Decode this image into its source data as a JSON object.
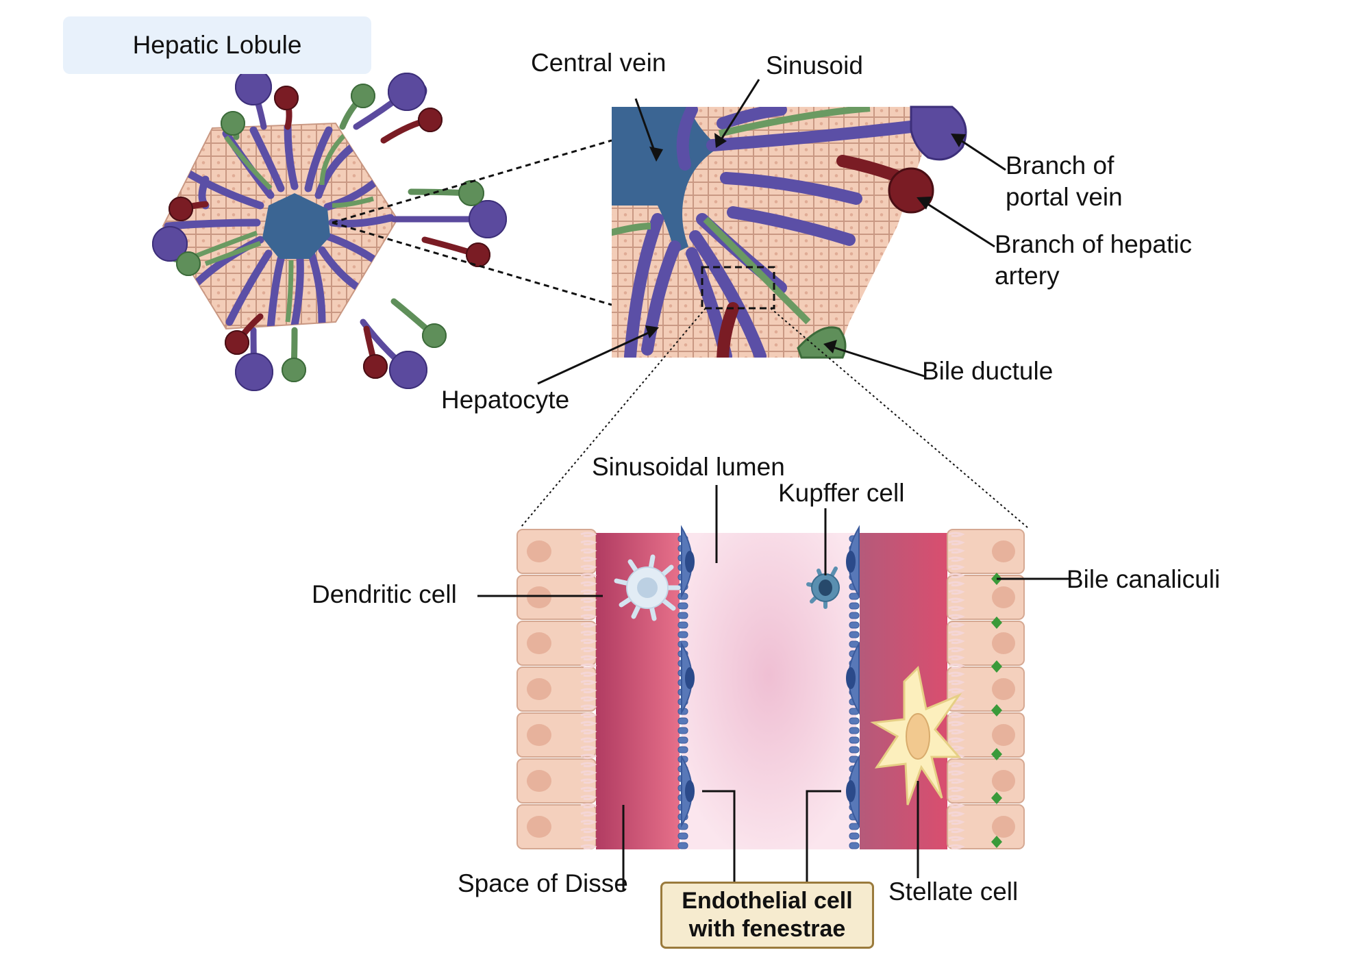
{
  "title": "Hepatic Lobule",
  "labels": {
    "central_vein": "Central vein",
    "sinusoid": "Sinusoid",
    "portal_vein_l1": "Branch of",
    "portal_vein_l2": "portal vein",
    "hepatic_artery_l1": "Branch of hepatic",
    "hepatic_artery_l2": "artery",
    "bile_ductule": "Bile ductule",
    "hepatocyte": "Hepatocyte",
    "sinusoidal_lumen": "Sinusoidal lumen",
    "kupffer_cell": "Kupffer cell",
    "dendritic_cell": "Dendritic cell",
    "bile_canaliculi": "Bile canaliculi",
    "space_of_disse": "Space of Disse",
    "stellate_cell": "Stellate cell",
    "endothelial_l1": "Endothelial cell",
    "endothelial_l2": "with fenestrae"
  },
  "colors": {
    "portal_vein": "#5b4a9e",
    "hepatic_artery": "#7a1c24",
    "bile_duct": "#5f8f5a",
    "central_vein": "#3b6593",
    "hepatocyte": "#f1c9b4",
    "space_of_disse": "#d2456a",
    "endothelial": "#5878b8",
    "kupffer": "#5a8fb0",
    "stellate": "#fbeebb",
    "title_bg": "#e8f1fb"
  }
}
